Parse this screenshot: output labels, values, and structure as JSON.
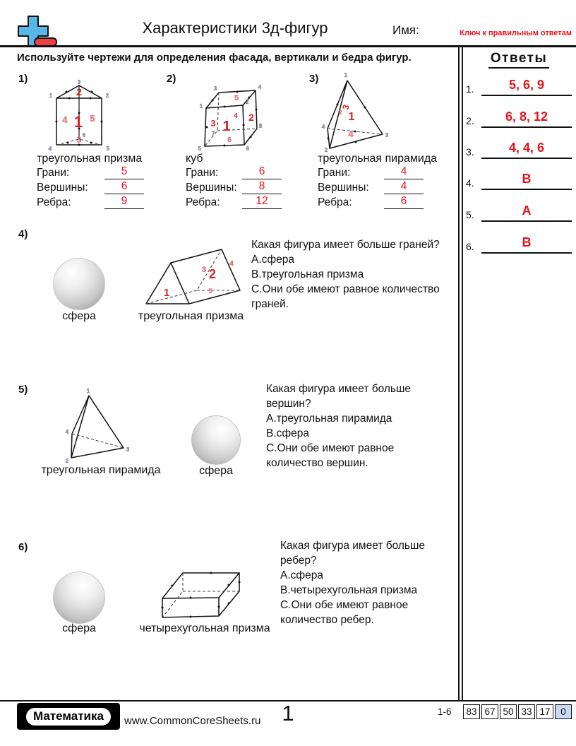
{
  "header": {
    "title": "Характеристики 3д-фигур",
    "name_label": "Имя:",
    "key_label": "Ключ к правильным ответам",
    "instruction": "Используйте чертежи для определения фасада, вертикали и бедра фигур."
  },
  "answers": {
    "title": "Ответы",
    "items": [
      {
        "num": "1.",
        "value": "5, 6, 9"
      },
      {
        "num": "2.",
        "value": "6, 8, 12"
      },
      {
        "num": "3.",
        "value": "4, 4, 6"
      },
      {
        "num": "4.",
        "value": "B"
      },
      {
        "num": "5.",
        "value": "A"
      },
      {
        "num": "6.",
        "value": "B"
      }
    ]
  },
  "problems": {
    "p1": {
      "num": "1)",
      "shape": "треугольная призма",
      "stats": [
        {
          "label": "Грани:",
          "value": "5"
        },
        {
          "label": "Вершины:",
          "value": "6"
        },
        {
          "label": "Ребра:",
          "value": "9"
        }
      ]
    },
    "p2": {
      "num": "2)",
      "shape": "куб",
      "stats": [
        {
          "label": "Грани:",
          "value": "6"
        },
        {
          "label": "Вершины:",
          "value": "8"
        },
        {
          "label": "Ребра:",
          "value": "12"
        }
      ]
    },
    "p3": {
      "num": "3)",
      "shape": "треугольная пирамида",
      "stats": [
        {
          "label": "Грани:",
          "value": "4"
        },
        {
          "label": "Вершины:",
          "value": "4"
        },
        {
          "label": "Ребра:",
          "value": "6"
        }
      ]
    },
    "p4": {
      "num": "4)",
      "left_shape": "сфера",
      "right_shape": "треугольная призма",
      "question": "Какая фигура имеет больше граней?",
      "options": [
        "А.сфера",
        "В.треугольная призма",
        "С.Они обе имеют равное количество граней."
      ]
    },
    "p5": {
      "num": "5)",
      "left_shape": "треугольная пирамида",
      "right_shape": "сфера",
      "question": "Какая фигура имеет больше вершин?",
      "options": [
        "А.треугольная пирамида",
        "В.сфера",
        "С.Они обе имеют равное количество вершин."
      ]
    },
    "p6": {
      "num": "6)",
      "left_shape": "сфера",
      "right_shape": "четырехугольная призма",
      "question": "Какая фигура имеет больше ребер?",
      "options": [
        "А.сфера",
        "В.четырехугольная призма",
        "С.Они обе имеют равное количество ребер."
      ]
    }
  },
  "figures": {
    "prism1": {
      "faces": [
        "2",
        "1",
        "4",
        "5",
        "3"
      ],
      "vertices": [
        "1",
        "2",
        "3",
        "4",
        "5",
        "6"
      ]
    },
    "cube": {
      "faces": [
        "5",
        "3",
        "1",
        "4",
        "2",
        "6"
      ],
      "vertices": [
        "1",
        "2",
        "3",
        "4",
        "5",
        "6",
        "7",
        "8"
      ]
    },
    "pyramid3": {
      "faces": [
        "3",
        "1",
        "2",
        "4"
      ],
      "vertices": [
        "1",
        "4",
        "2",
        "3"
      ]
    },
    "prism4": {
      "faces": [
        "1",
        "3",
        "2",
        "4",
        "5"
      ]
    },
    "pyramid5": {
      "vertices": [
        "1",
        "4",
        "2",
        "3"
      ]
    }
  },
  "footer": {
    "brand": "Математика",
    "site": "www.CommonCoreSheets.ru",
    "page": "1",
    "range_label": "1-6",
    "scores": [
      "83",
      "67",
      "50",
      "33",
      "17",
      "0"
    ]
  },
  "colors": {
    "accent_red": "#e8141c",
    "logo_blue": "#57b7e8",
    "logo_red": "#ee3e46",
    "score_highlight": "#ccd7f2"
  }
}
